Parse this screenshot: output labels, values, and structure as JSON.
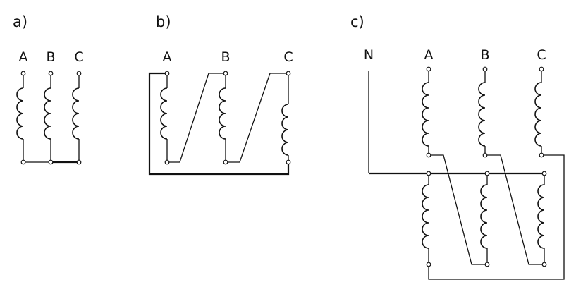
{
  "panels": [
    {
      "id": "a",
      "label": "a)",
      "terminals": [
        "A",
        "B",
        "C"
      ]
    },
    {
      "id": "b",
      "label": "b)",
      "terminals": [
        "A",
        "B",
        "C"
      ]
    },
    {
      "id": "c",
      "label": "c)",
      "terminals": [
        "N",
        "A",
        "B",
        "C"
      ]
    }
  ],
  "colors": {
    "line": "#111111",
    "background": "#ffffff"
  }
}
